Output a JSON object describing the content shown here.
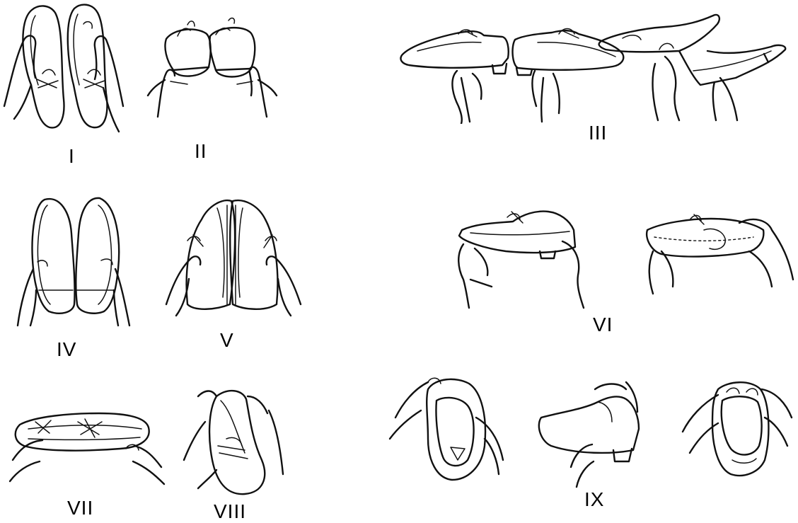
{
  "labels": {
    "i": "I",
    "ii": "II",
    "iii": "III",
    "iv": "IV",
    "v": "V",
    "vi": "VI",
    "vii": "VII",
    "viii": "VIII",
    "ix": "IX"
  }
}
